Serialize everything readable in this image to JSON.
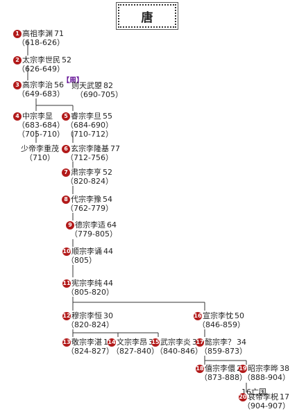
{
  "title": "唐",
  "zhou_label": "【周】",
  "extra_label": "16亡国",
  "nodes": [
    {
      "id": "n1",
      "num": "1",
      "name": "高祖李渊",
      "years": "（618-626）",
      "age": "71"
    },
    {
      "id": "n2",
      "num": "2",
      "name": "太宗李世民",
      "years": "（626-649）",
      "age": "52"
    },
    {
      "id": "n3",
      "num": "3",
      "name": "高宗李治",
      "years": "（649-683）",
      "age": "56"
    },
    {
      "id": "nwu",
      "num": "",
      "name": "则天武曌",
      "years": "（690-705）",
      "age": "82"
    },
    {
      "id": "n4",
      "num": "4",
      "name": "中宗李显",
      "years": "（683-684）",
      "years2": "（705-710）",
      "age": ""
    },
    {
      "id": "n5",
      "num": "5",
      "name": "睿宗李旦",
      "years": "（684-690）",
      "years2": "（710-712）",
      "age": "55"
    },
    {
      "id": "nshao",
      "num": "",
      "name": "少帝李重茂",
      "years": "（710）",
      "age": ""
    },
    {
      "id": "n6",
      "num": "6",
      "name": "玄宗李隆基",
      "years": "（712-756）",
      "age": "77"
    },
    {
      "id": "n7",
      "num": "7",
      "name": "肃宗李亨",
      "years": "（820-824）",
      "age": "52"
    },
    {
      "id": "n8",
      "num": "8",
      "name": "代宗李豫",
      "years": "（762-779）",
      "age": "54"
    },
    {
      "id": "n9",
      "num": "9",
      "name": "德宗李适",
      "years": "（779-805）",
      "age": "64"
    },
    {
      "id": "n10",
      "num": "10",
      "name": "顺宗李诵",
      "years": "（805）",
      "age": "44"
    },
    {
      "id": "n11",
      "num": "11",
      "name": "宪宗李纯",
      "years": "（805-820）",
      "age": "44"
    },
    {
      "id": "n12",
      "num": "12",
      "name": "穆宗李恒",
      "years": "（820-824）",
      "age": "30"
    },
    {
      "id": "n16",
      "num": "16",
      "name": "宣宗李忱",
      "years": "（846-859）",
      "age": "50"
    },
    {
      "id": "n13",
      "num": "13",
      "name": "敬宗李湛",
      "years": "（824-827）",
      "age": "18"
    },
    {
      "id": "n14",
      "num": "14",
      "name": "文宗李昂",
      "years": "（827-840）",
      "age": "32"
    },
    {
      "id": "n15",
      "num": "15",
      "name": "武宗李炎",
      "years": "（840-846）",
      "age": "33"
    },
    {
      "id": "n17",
      "num": "17",
      "name": "懿宗李？",
      "years": "（859-873）",
      "age": "34"
    },
    {
      "id": "n18",
      "num": "18",
      "name": "僖宗李儇",
      "years": "（873-888）",
      "age": "26"
    },
    {
      "id": "n19",
      "num": "19",
      "name": "昭宗李晔",
      "years": "（888-904）",
      "age": "38"
    },
    {
      "id": "n20",
      "num": "20",
      "name": "哀帝李柷",
      "years": "（904-907）",
      "age": "17"
    }
  ]
}
